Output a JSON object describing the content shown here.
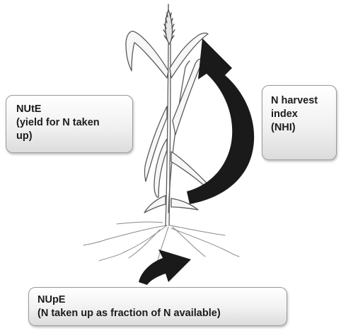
{
  "labels": {
    "nute": {
      "line1": "NUtE",
      "line2": "(yield for N taken",
      "line3": "up)"
    },
    "nhi": {
      "line1": "N harvest",
      "line2": "index",
      "line3": "(NHI)"
    },
    "nupe": {
      "line1": "NUpE",
      "line2": "(N taken up as fraction of N available)"
    }
  },
  "colors": {
    "plant_outline": "#5a5a5a",
    "arrow": "#1a1a1a",
    "box_border": "#9a9a9a"
  },
  "icons": {
    "plant": "wheat-plant-icon",
    "arrow_up_curved": "curved-arrow-up-icon",
    "arrow_nhi": "curved-arrow-nhi-icon"
  }
}
